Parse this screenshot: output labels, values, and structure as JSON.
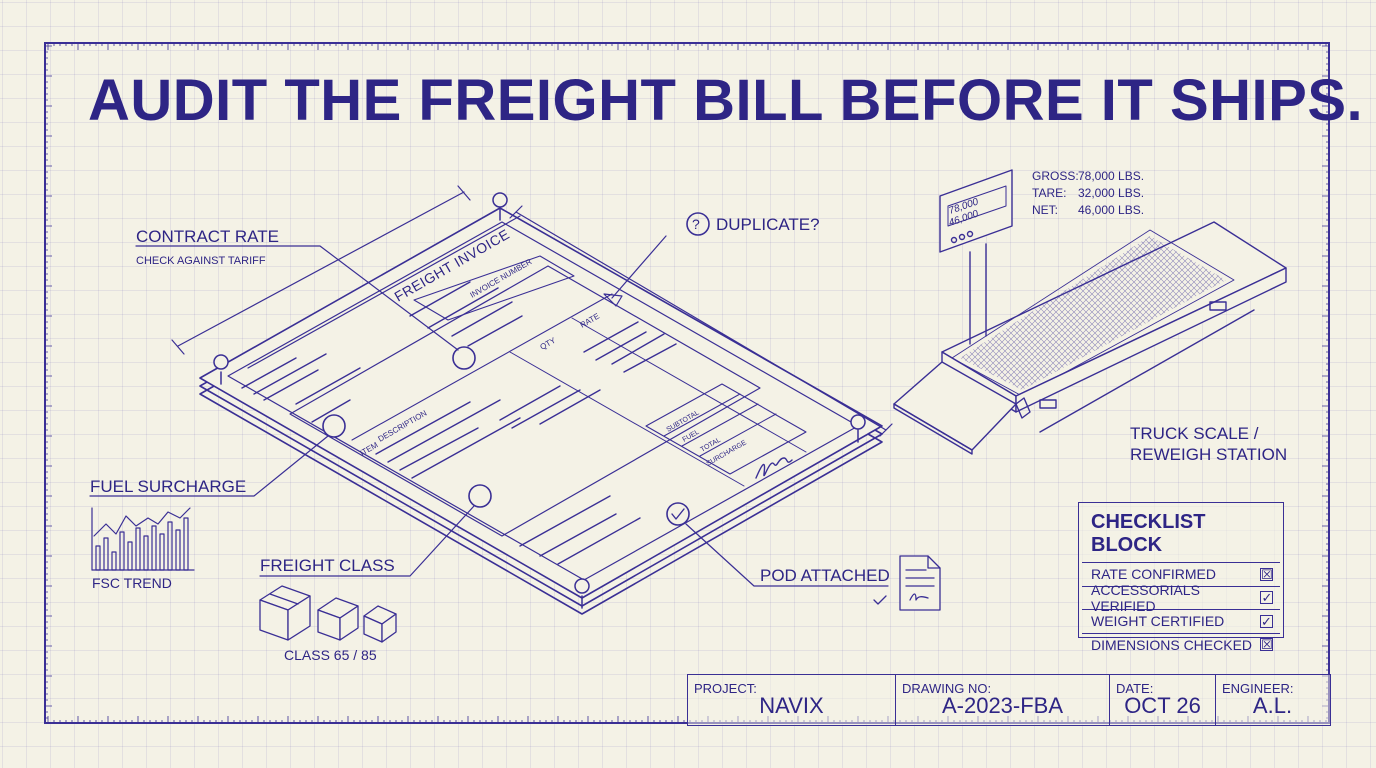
{
  "title": "AUDIT THE FREIGHT BILL BEFORE IT SHIPS.",
  "invoice": {
    "header": "FREIGHT INVOICE",
    "invoice_number": "INVOICE NUMBER",
    "qty": "QTY",
    "rate": "RATE",
    "item": "ITEM",
    "description": "DESCRIPTION",
    "totals": [
      "SUBTOTAL",
      "FUEL",
      "TOTAL",
      "SURCHARGE"
    ]
  },
  "callouts": {
    "contract_rate": "CONTRACT RATE",
    "contract_rate_sub": "CHECK AGAINST TARIFF",
    "duplicate": "DUPLICATE?",
    "fuel_surcharge": "FUEL SURCHARGE",
    "fsc_trend": "FSC TREND",
    "freight_class": "FREIGHT CLASS",
    "class_values": "CLASS 65 / 85",
    "pod_attached": "POD ATTACHED"
  },
  "scale": {
    "display_top": "78,000",
    "display_bottom": "46,000",
    "weights": [
      {
        "label": "GROSS:",
        "value": "78,000 LBS."
      },
      {
        "label": "TARE:",
        "value": "32,000 LBS."
      },
      {
        "label": "NET:",
        "value": "46,000 LBS."
      }
    ],
    "label_line1": "TRUCK SCALE /",
    "label_line2": "REWEIGH STATION"
  },
  "checklist": {
    "title": "CHECKLIST BLOCK",
    "items": [
      {
        "label": "RATE CONFIRMED",
        "mark": "☒"
      },
      {
        "label": "ACCESSORIALS VERIFIED",
        "mark": "✓"
      },
      {
        "label": "WEIGHT CERTIFIED",
        "mark": "✓"
      },
      {
        "label": "DIMENSIONS CHECKED",
        "mark": "☒"
      }
    ]
  },
  "title_block": {
    "project_label": "PROJECT:",
    "project": "NAVIX",
    "drawing_label": "DRAWING NO:",
    "drawing": "A-2023-FBA",
    "date_label": "DATE:",
    "date": "OCT 26",
    "engineer_label": "ENGINEER:",
    "engineer": "A.L."
  },
  "colors": {
    "ink": "#2e2585",
    "paper": "#f4f2e6",
    "grid": "#c9c6df"
  }
}
